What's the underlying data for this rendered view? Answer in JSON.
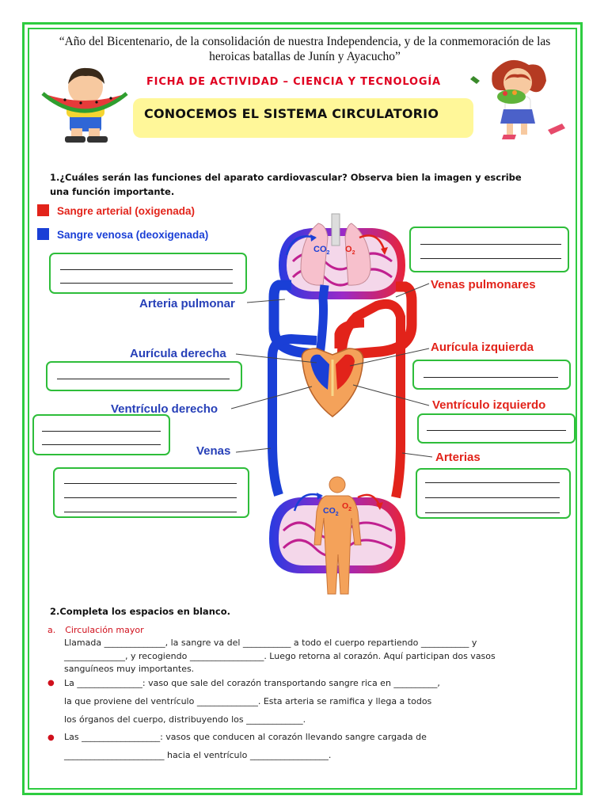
{
  "header": {
    "motto": "“Año del Bicentenario, de la consolidación de nuestra Independencia, y de la conmemoración de las heroicas batallas de Junín y Ayacucho”",
    "ficha": "FICHA DE ACTIVIDAD – CIENCIA Y TECNOLOGÍA",
    "title": "CONOCEMOS EL SISTEMA CIRCULATORIO"
  },
  "question1": {
    "text": "1.¿Cuáles serán las funciones del aparato cardiovascular? Observa bien la imagen y escribe una función importante."
  },
  "legend": {
    "arterial": "Sangre arterial (oxigenada)",
    "venosa": "Sangre venosa (deoxigenada)",
    "arterial_color": "#e2231a",
    "venosa_color": "#1a3fd6"
  },
  "diagram": {
    "co2_top": "CO",
    "o2_top": "O",
    "co2_bottom": "CO",
    "o2_bottom": "O",
    "sub2": "2",
    "labels": {
      "arteria_pulmonar": "Arteria pulmonar",
      "venas_pulmonares": "Venas pulmonares",
      "auricula_derecha": "Aurícula derecha",
      "auricula_izquierda": "Aurícula izquierda",
      "ventriculo_derecho": "Ventrículo derecho",
      "ventriculo_izquierdo": "Ventrículo  izquierdo",
      "venas": "Venas",
      "arterias": "Arterias"
    }
  },
  "question2": {
    "text": "2.Completa los espacios en blanco.",
    "section_a_letter": "a.",
    "section_a_title": "Circulación mayor",
    "para1_line1": "Llamada ______________, la sangre va del ___________ a todo el cuerpo repartiendo ___________ y",
    "para1_line2": "______________, y recogiendo _________________. Luego retorna al corazón. Aquí participan dos vasos",
    "para1_line3": "sanguíneos muy importantes.",
    "bullet1_line1": "La _______________: vaso que sale del corazón transportando sangre rica en __________,",
    "bullet1_line2": "la que proviene del ventrículo ______________. Esta arteria se ramifica y llega a todos",
    "bullet1_line3": "los órganos del cuerpo, distribuyendo los _____________.",
    "bullet2_line1": "Las __________________: vasos que conducen al corazón llevando sangre cargada de",
    "bullet2_line2": "_______________________ hacia el ventrículo __________________."
  }
}
